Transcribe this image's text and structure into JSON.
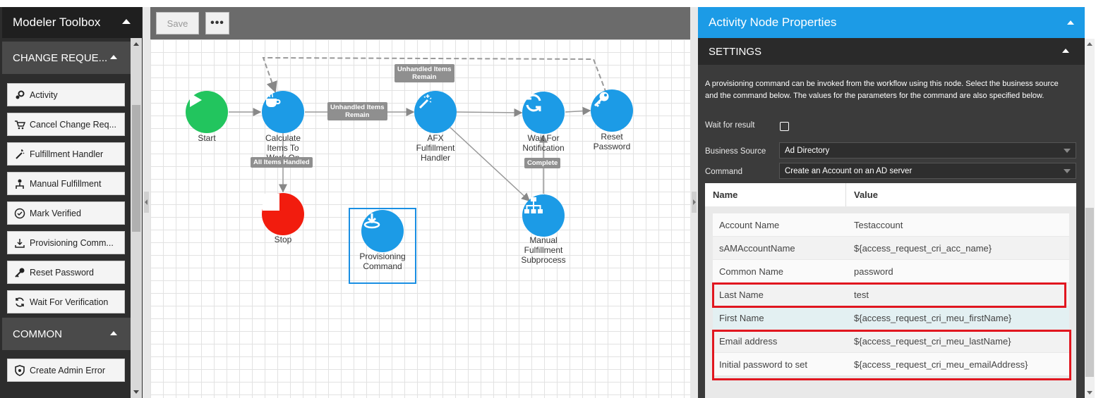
{
  "toolbox": {
    "title": "Modeler Toolbox",
    "sections": [
      {
        "title": "CHANGE REQUE...",
        "items": [
          {
            "label": "Activity",
            "icon": "gears-icon"
          },
          {
            "label": "Cancel Change Req...",
            "icon": "cart-cancel-icon"
          },
          {
            "label": "Fulfillment Handler",
            "icon": "magic-wand-icon"
          },
          {
            "label": "Manual Fulfillment",
            "icon": "user-tree-icon"
          },
          {
            "label": "Mark Verified",
            "icon": "check-circle-icon"
          },
          {
            "label": "Provisioning Comm...",
            "icon": "download-tray-icon"
          },
          {
            "label": "Reset Password",
            "icon": "key-icon"
          },
          {
            "label": "Wait For Verification",
            "icon": "refresh-icon"
          }
        ]
      },
      {
        "title": "COMMON",
        "items": [
          {
            "label": "Create Admin Error",
            "icon": "shield-icon"
          }
        ]
      }
    ]
  },
  "canvas": {
    "save_label": "Save",
    "more_label": "•••",
    "nodes": {
      "start": {
        "label": "Start",
        "color": "#22c55e"
      },
      "calculate": {
        "label_lines": [
          "Calculate",
          "Items To",
          "Work On"
        ],
        "color": "#1c9be6"
      },
      "afx": {
        "label_lines": [
          "AFX",
          "Fulfillment",
          "Handler"
        ],
        "color": "#1c9be6"
      },
      "wait": {
        "label_lines": [
          "Wait For",
          "Notification"
        ],
        "color": "#1c9be6"
      },
      "reset": {
        "label_lines": [
          "Reset",
          "Password"
        ],
        "color": "#1c9be6"
      },
      "stop": {
        "label": "Stop",
        "color": "#f21c0e"
      },
      "provisioning": {
        "label_lines": [
          "Provisioning",
          "Command"
        ],
        "color": "#1c9be6"
      },
      "manual": {
        "label_lines": [
          "Manual",
          "Fulfillment",
          "Subprocess"
        ],
        "color": "#1c9be6"
      }
    },
    "edge_labels": {
      "unhandled_top": [
        "Unhandled Items",
        "Remain"
      ],
      "unhandled_mid": [
        "Unhandled Items",
        "Remain"
      ],
      "all_handled": "All Items Handled",
      "complete": "Complete"
    }
  },
  "properties": {
    "title": "Activity Node Properties",
    "section": "SETTINGS",
    "description": "A provisioning command can be invoked from the workflow using this node. Select the business source and the command below. The values for the parameters for the command are also specified below.",
    "wait_for_result_label": "Wait for result",
    "wait_for_result_checked": false,
    "business_source_label": "Business Source",
    "business_source_value": "Ad Directory",
    "command_label": "Command",
    "command_value": "Create an Account on an AD server",
    "table": {
      "headers": [
        "Name",
        "Value"
      ],
      "rows": [
        {
          "name": "Account Name",
          "value": "Testaccount"
        },
        {
          "name": "sAMAccountName",
          "value": "${access_request_cri_acc_name}"
        },
        {
          "name": "Common Name",
          "value": "password"
        },
        {
          "name": "Last Name",
          "value": "test"
        },
        {
          "name": "First Name",
          "value": "${access_request_cri_meu_firstName}"
        },
        {
          "name": "Email address",
          "value": "${access_request_cri_meu_lastName}"
        },
        {
          "name": "Initial password to set",
          "value": "${access_request_cri_meu_emailAddress}"
        }
      ]
    },
    "highlight_color": "#e1161f",
    "accent_color": "#1c9be6"
  }
}
